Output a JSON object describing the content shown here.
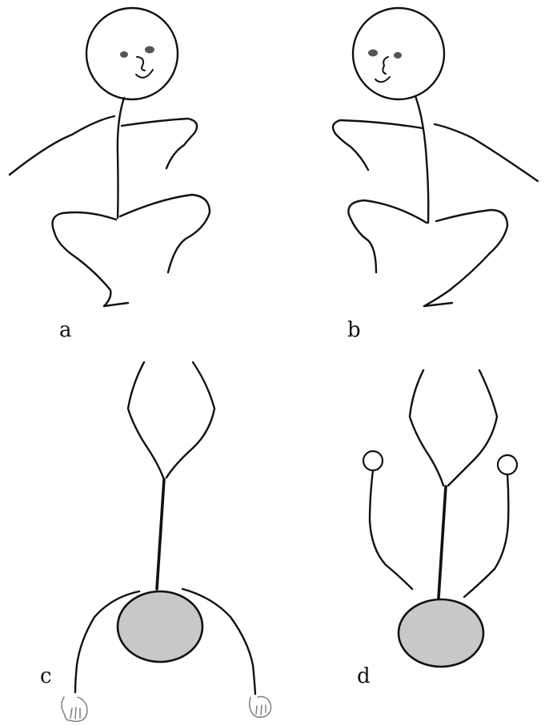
{
  "panels": {
    "a": {
      "label": "a"
    },
    "b": {
      "label": "b"
    },
    "c": {
      "label": "c"
    },
    "d": {
      "label": "d"
    }
  },
  "colors": {
    "stroke": "#111111",
    "fill_shape": "#c8c8ca",
    "hand_stroke": "#777777",
    "background": "#ffffff"
  },
  "icons": [
    "smiley-face-icon",
    "hand-icon"
  ]
}
